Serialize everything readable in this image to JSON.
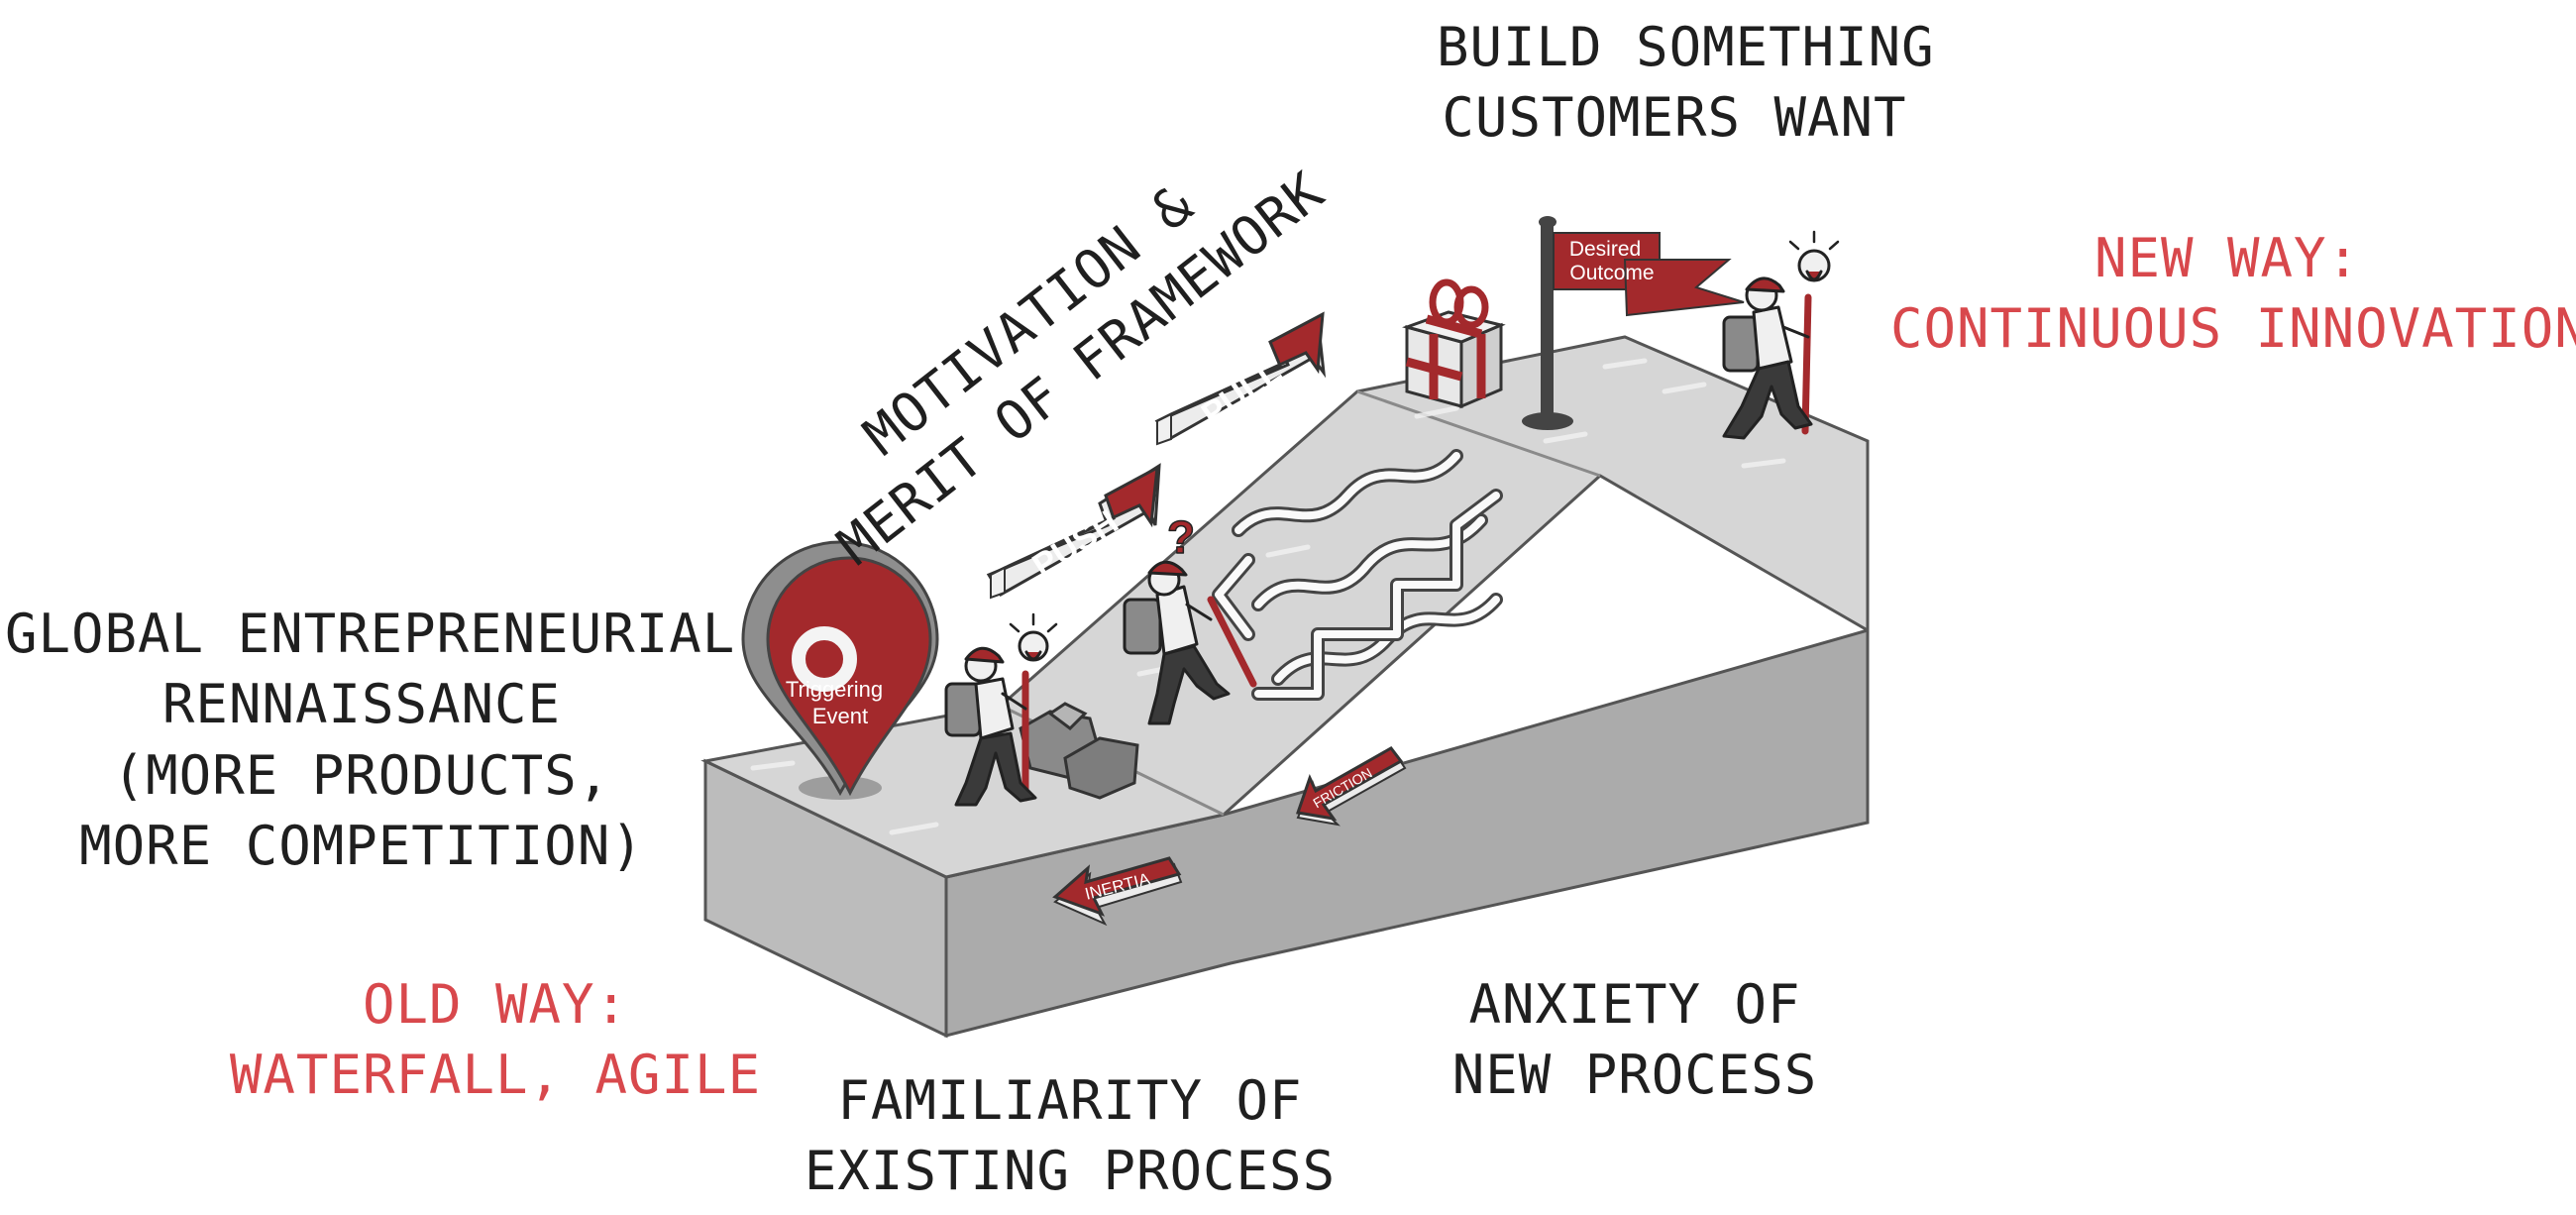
{
  "labels": {
    "build": [
      "BUILD SOMETHING",
      "CUSTOMERS WANT"
    ],
    "motivation": [
      "MOTIVATION &",
      "MERIT OF FRAMEWORK"
    ],
    "new_way": [
      "NEW WAY:",
      "CONTINUOUS INNOVATION"
    ],
    "global": [
      "GLOBAL ENTREPRENEURIAL",
      "RENNAISSANCE",
      "(MORE PRODUCTS,",
      "MORE COMPETITION)"
    ],
    "old_way": [
      "OLD WAY:",
      "WATERFALL, AGILE"
    ],
    "familiarity": [
      "FAMILIARITY OF",
      "EXISTING PROCESS"
    ],
    "anxiety": [
      "ANXIETY OF",
      "NEW PROCESS"
    ]
  },
  "illustration": {
    "push": "PUSH",
    "pull": "PULL",
    "inertia": "INERTIA",
    "friction": "FRICTION",
    "triggering": [
      "Triggering",
      "Event"
    ],
    "desired": [
      "Desired",
      "Outcome"
    ],
    "question_mark": "?"
  },
  "colors": {
    "accent_red": "#a3292c",
    "label_red": "#d8484c",
    "text_dark": "#1f1f1f",
    "block_front": "#ababab",
    "block_side": "#a2a2a2",
    "block_top": "#d6d6d6"
  }
}
